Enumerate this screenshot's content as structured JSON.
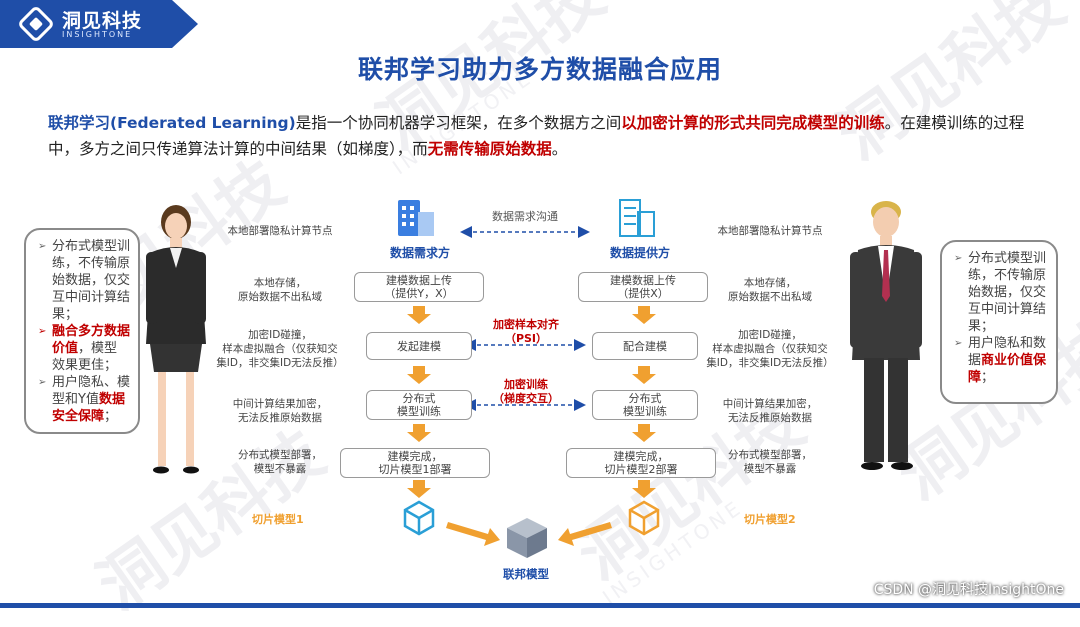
{
  "header": {
    "company": "洞见科技",
    "company_en": "INSIGHTONE"
  },
  "title": "联邦学习助力多方数据融合应用",
  "intro": {
    "p1": "联邦学习(Federated Learning)",
    "p2": "是指一个协同机器学习框架，在多个数据方之间",
    "p3": "以加密计算的形式共同完成模型的训练",
    "p4": "。在建模训练的过程中，多方之间只传递算法计算的中间结果（如梯度），而",
    "p5": "无需传输原始数据",
    "p6": "。"
  },
  "left_bubble": {
    "item1": "分布式模型训练，不传输原始数据，仅交互中间计算结果；",
    "item2_hl": "融合多方数据价值",
    "item2_rest": "，模型效果更佳；",
    "item3_pre": "用户隐私、模型和Y值",
    "item3_hl": "数据安全保障",
    "item3_post": "；"
  },
  "right_bubble": {
    "item1": "分布式模型训练，不传输原始数据，仅交互中间计算结果；",
    "item2_pre": "用户隐私和数据",
    "item2_hl": "商业价值保障",
    "item2_post": "；"
  },
  "diagram": {
    "party_left": "数据需求方",
    "party_right": "数据提供方",
    "comm": "数据需求沟通",
    "psi_1": "加密样本对齐",
    "psi_2": "（PSI）",
    "train_1": "加密训练",
    "train_2": "（梯度交互）",
    "left_notes": {
      "n1": "本地部署隐私计算节点",
      "n2_1": "本地存储，",
      "n2_2": "原始数据不出私域",
      "n3_1": "加密ID碰撞，",
      "n3_2": "样本虚拟融合（仅获知交",
      "n3_3": "集ID，非交集ID无法反推）",
      "n4_1": "中间计算结果加密，",
      "n4_2": "无法反推原始数据",
      "n5_1": "分布式模型部署，",
      "n5_2": "模型不暴露"
    },
    "right_notes": {
      "n1": "本地部署隐私计算节点",
      "n2_1": "本地存储，",
      "n2_2": "原始数据不出私域",
      "n3_1": "加密ID碰撞，",
      "n3_2": "样本虚拟融合（仅获知交",
      "n3_3": "集ID，非交集ID无法反推）",
      "n4_1": "中间计算结果加密，",
      "n4_2": "无法反推原始数据",
      "n5_1": "分布式模型部署，",
      "n5_2": "模型不暴露"
    },
    "left_boxes": {
      "b1_1": "建模数据上传",
      "b1_2": "（提供Y，X）",
      "b2": "发起建模",
      "b3_1": "分布式",
      "b3_2": "模型训练",
      "b4_1": "建模完成，",
      "b4_2": "切片模型1部署"
    },
    "right_boxes": {
      "b1_1": "建模数据上传",
      "b1_2": "（提供X）",
      "b2": "配合建模",
      "b3_1": "分布式",
      "b3_2": "模型训练",
      "b4_1": "建模完成，",
      "b4_2": "切片模型2部署"
    },
    "slice1": "切片模型1",
    "slice2": "切片模型2",
    "federated": "联邦模型"
  },
  "watermark": {
    "cn": "洞见科技",
    "en": "INSIGHTONE"
  },
  "credit": "CSDN @洞见科技InsightOne",
  "colors": {
    "brand_blue": "#1f4ea8",
    "accent_red": "#c00000",
    "arrow_orange": "#f0a030",
    "cube_blue": "#2a9fd6",
    "cube_gray": "#8a96a8"
  }
}
